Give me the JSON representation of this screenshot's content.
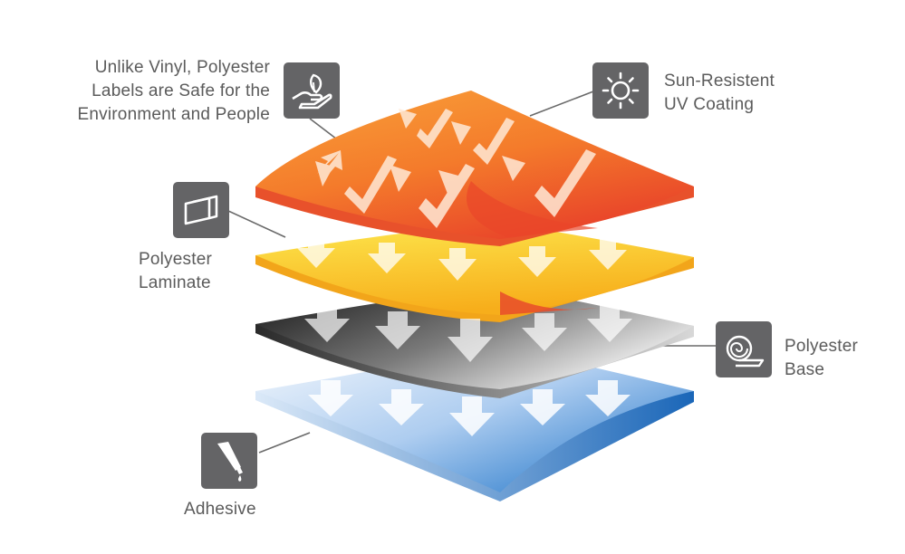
{
  "labels": {
    "environment": {
      "line1": "Unlike Vinyl, Polyester",
      "line2": "Labels are Safe for the",
      "line3": "Environment and People",
      "icon": "hand-leaf-icon"
    },
    "uv": {
      "line1": "Sun-Resistent",
      "line2": "UV Coating",
      "icon": "sun-icon"
    },
    "laminate": {
      "line1": "Polyester",
      "line2": "Laminate",
      "icon": "laminate-sheets-icon"
    },
    "base": {
      "line1": "Polyester",
      "line2": "Base",
      "icon": "roll-icon"
    },
    "adhesive": {
      "line1": "Adhesive",
      "icon": "glue-tube-icon"
    }
  },
  "layers": [
    {
      "name": "uv-coating",
      "colors": [
        "#f7a030",
        "#f05a28"
      ]
    },
    {
      "name": "polyester-laminate",
      "colors": [
        "#fde24a",
        "#f9b21c"
      ]
    },
    {
      "name": "polyester-base",
      "colors": [
        "#1a1a1a",
        "#f2f2f2"
      ]
    },
    {
      "name": "adhesive",
      "colors": [
        "#eef4fc",
        "#2a7fd0"
      ]
    }
  ],
  "colors": {
    "icon_bg": "#646466",
    "label_text": "#5b5b5b",
    "leader_line": "#6a6a6a"
  }
}
